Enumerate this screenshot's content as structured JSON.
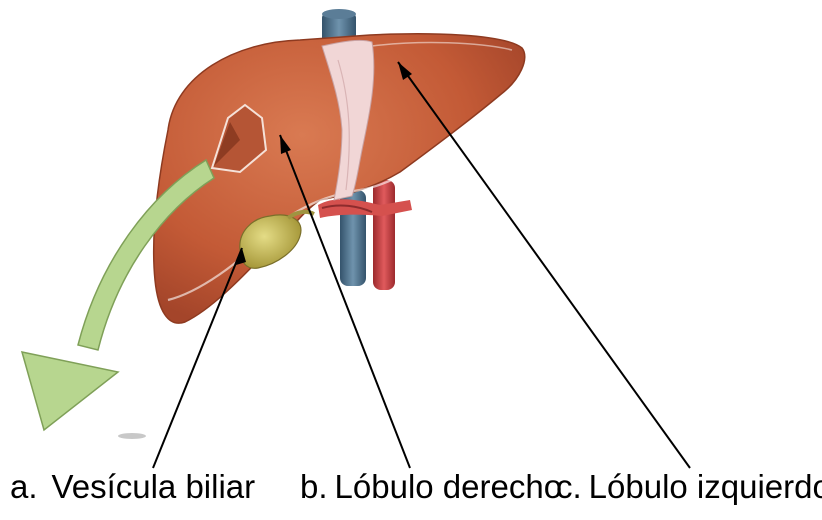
{
  "labels": {
    "a": {
      "letter": "a.",
      "text": "Vesícula biliar"
    },
    "b": {
      "letter": "b.",
      "text": "Lóbulo derecho"
    },
    "c": {
      "letter": "c.",
      "text": "Lóbulo izquierdo"
    }
  },
  "colors": {
    "liver": "#c8603a",
    "liver_dark": "#9f4326",
    "gallbladder": "#c9bf5e",
    "vein": "#4d6f8a",
    "artery": "#c6383a",
    "ligament": "#efcfd0",
    "arrow_green": "#b5d68b"
  }
}
